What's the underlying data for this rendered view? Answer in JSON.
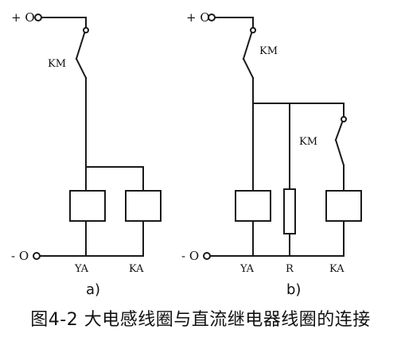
{
  "figure_a": {
    "plus_terminal": "+ O",
    "minus_terminal": "- O",
    "contact_label": "KM",
    "coil_left_label": "YA",
    "coil_right_label": "KA",
    "sub_label": "a)"
  },
  "figure_b": {
    "plus_terminal": "+ O",
    "minus_terminal": "- O",
    "contact_top_label": "KM",
    "contact_right_label": "KM",
    "coil_left_label": "YA",
    "resistor_label": "R",
    "coil_right_label": "KA",
    "sub_label": "b)"
  },
  "caption": "图4-2 大电感线圈与直流继电器线圈的连接"
}
